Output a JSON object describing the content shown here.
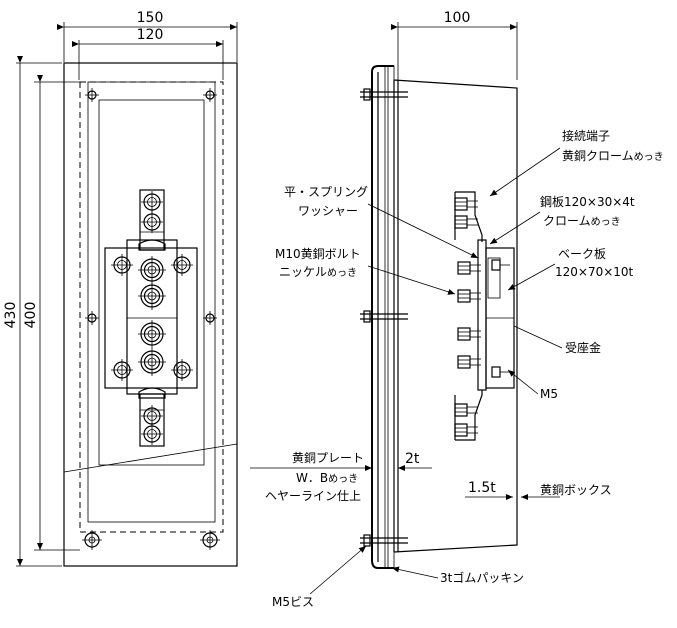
{
  "front_view": {
    "dims": {
      "width_outer": "150",
      "width_inner": "120",
      "height_outer": "430",
      "height_inner": "400"
    }
  },
  "side_view": {
    "dims": {
      "depth": "100",
      "plate_thickness": "2t",
      "box_thickness": "1.5t"
    },
    "labels": {
      "terminal_line1": "接続端子",
      "terminal_line2": "黄銅クローム",
      "terminal_line2_small": "めっき",
      "washer_line1": "平・スプリング",
      "washer_line2": "ワッシャー",
      "bolt_line1": "M10黄銅ボルト",
      "bolt_line2": "ニッケル",
      "bolt_line2_small": "めっき",
      "steel_line1": "鋼板120×30×4t",
      "steel_line2": "クローム",
      "steel_line2_small": "めっき",
      "bakelite_line1": "ベーク板",
      "bakelite_line2": "120×70×10t",
      "seat": "受座金",
      "m5": "M5",
      "plate_line1": "黄銅プレート",
      "plate_line2": "W．B",
      "plate_line2_small": "めっき",
      "plate_line3": "ヘヤーライン仕上",
      "box": "黄銅ボックス",
      "screw": "M5ビス",
      "gasket": "3tゴムパッキン"
    }
  }
}
